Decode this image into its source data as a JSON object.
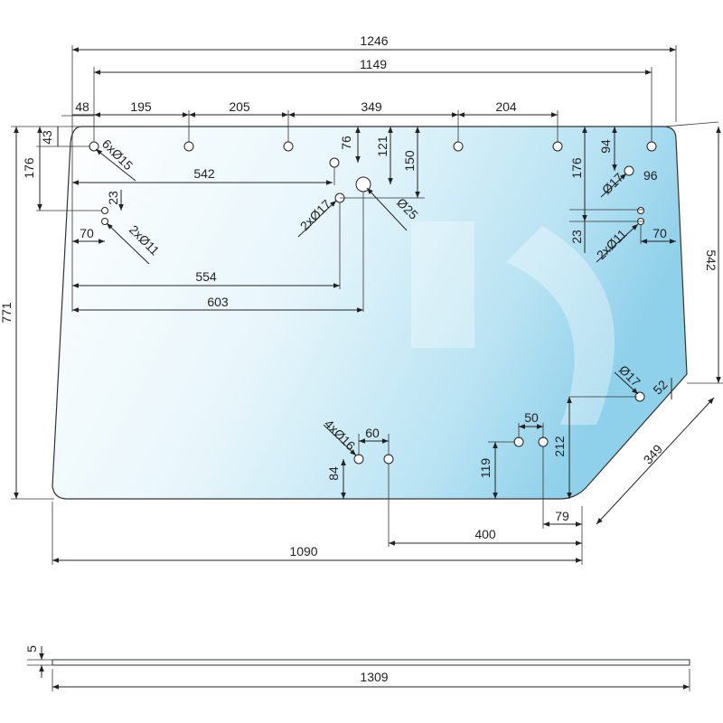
{
  "drawing": {
    "overall_width": "1246",
    "hole_span": "1149",
    "seg_48": "48",
    "seg_195": "195",
    "seg_205": "205",
    "seg_349_top": "349",
    "seg_204": "204",
    "left_43": "43",
    "left_176": "176",
    "left_771": "771",
    "callout_6x15": "6xØ15",
    "dim_542_h": "542",
    "dim_23_left": "23",
    "callout_2x11_left": "2xØ11",
    "dim_70_left": "70",
    "dim_76": "76",
    "dim_121": "121",
    "dim_150": "150",
    "callout_2x17": "2xØ17",
    "callout_25": "Ø25",
    "dim_554": "554",
    "dim_603": "603",
    "dim_94": "94",
    "dim_176_right": "176",
    "callout_17_right": "Ø17",
    "dim_96": "96",
    "dim_23_right": "23",
    "callout_2x11_right": "2xØ11",
    "dim_70_right": "70",
    "dim_542_v": "542",
    "callout_17_low": "Ø17",
    "dim_52": "52",
    "callout_4x16": "4xØ16",
    "dim_60": "60",
    "dim_84": "84",
    "dim_50": "50",
    "dim_119": "119",
    "dim_212": "212",
    "dim_349_diag": "349",
    "dim_79": "79",
    "dim_400": "400",
    "dim_1090": "1090",
    "thickness_5": "5",
    "side_length_1309": "1309"
  }
}
